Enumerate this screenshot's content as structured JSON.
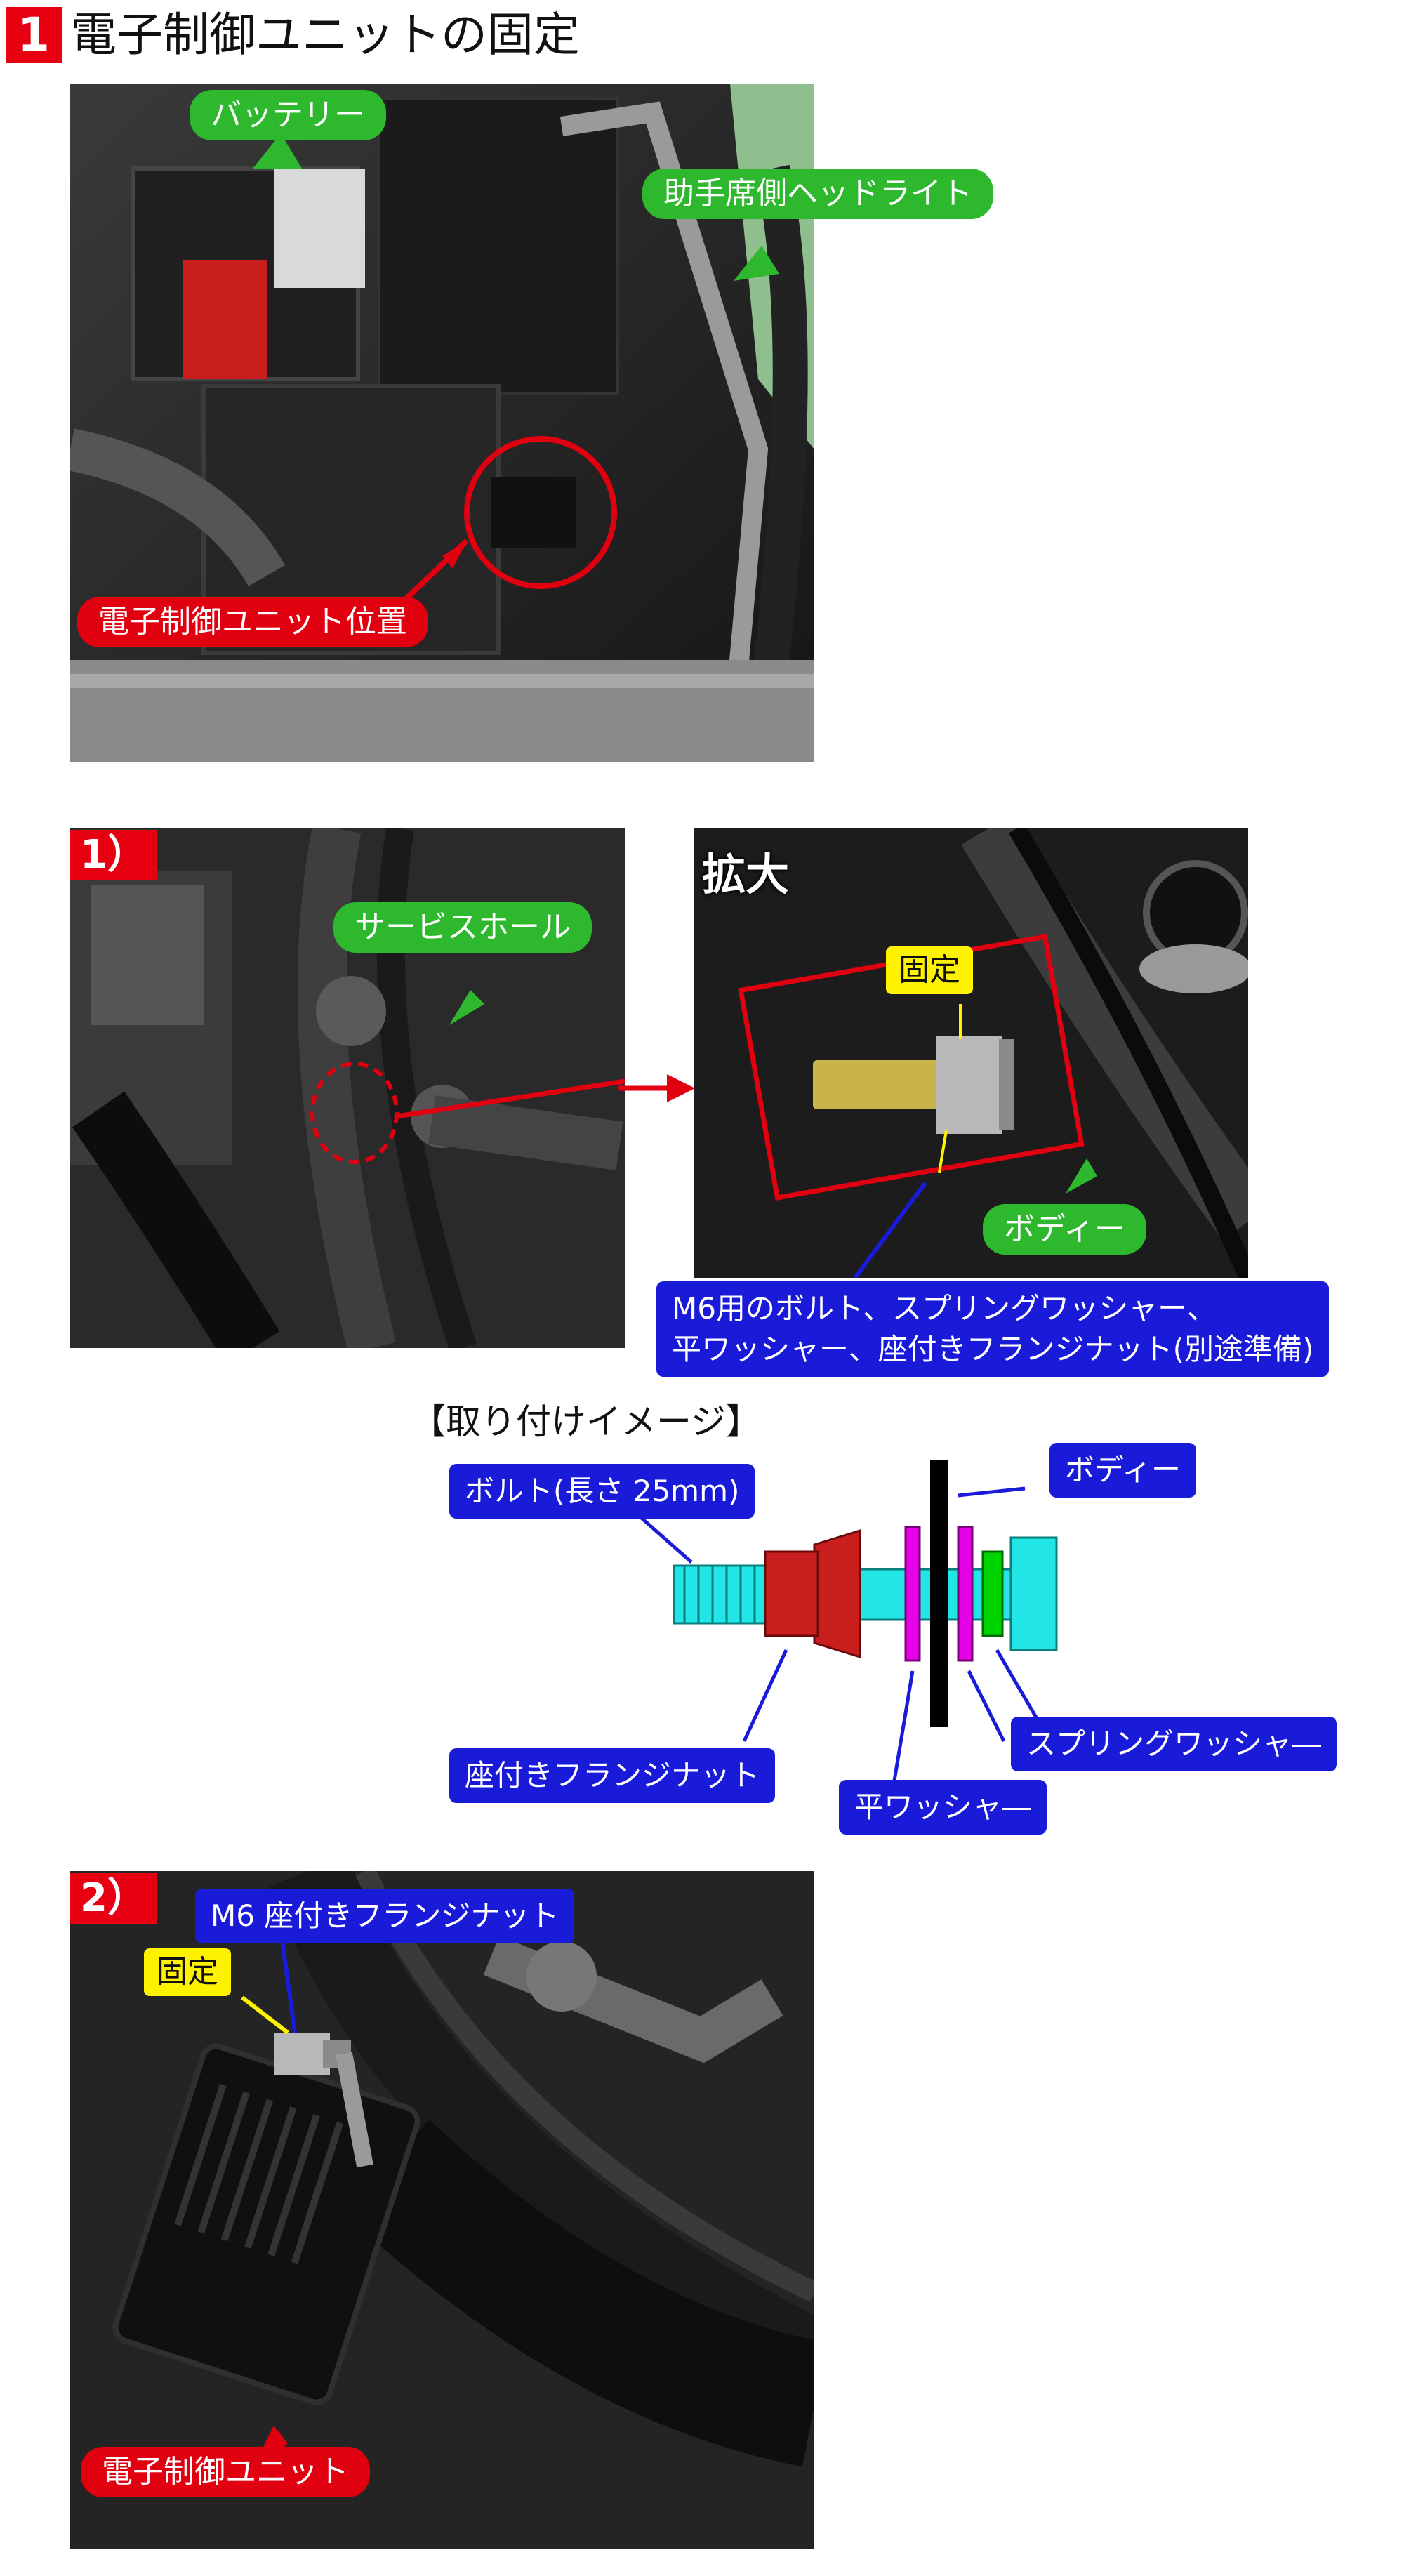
{
  "header": {
    "number": "1",
    "title": "電子制御ユニットの固定"
  },
  "photo1": {
    "labels": {
      "battery": "バッテリー",
      "headlight": "助手席側ヘッドライト",
      "unit_position": "電子制御ユニット位置"
    }
  },
  "photo2": {
    "step": "1）",
    "labels": {
      "service_hole": "サービスホール"
    }
  },
  "zoom": {
    "title": "拡大",
    "labels": {
      "fixed": "固定",
      "body": "ボディー"
    },
    "note": {
      "line1": "M6用のボルト、スプリングワッシャー、",
      "line2": "平ワッシャー、座付きフランジナット(別途準備)"
    }
  },
  "diagram": {
    "title": "【取り付けイメージ】",
    "labels": {
      "bolt": "ボルト(長さ 25mm)",
      "body": "ボディー",
      "spring_washer": "スプリングワッシャ―",
      "flange_nut": "座付きフランジナット",
      "flat_washer": "平ワッシャ―"
    },
    "colors": {
      "bolt": "#22e6e6",
      "nut": "#c81e1e",
      "flat_washer": "#e600e6",
      "spring_washer": "#00d400",
      "body_plate": "#000000"
    }
  },
  "photo3": {
    "step": "2）",
    "labels": {
      "flange_nut": "M6 座付きフランジナット",
      "fixed": "固定",
      "unit": "電子制御ユニット"
    }
  }
}
